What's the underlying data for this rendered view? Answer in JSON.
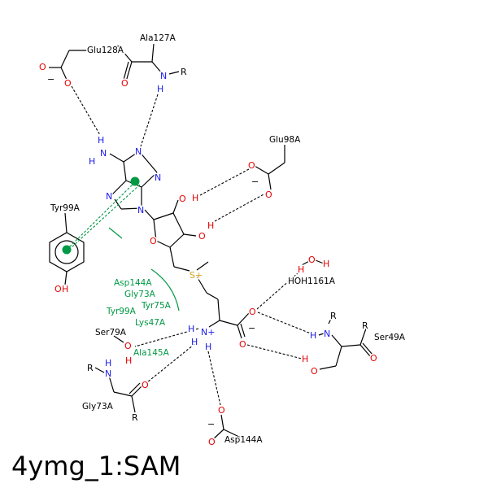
{
  "title": "4ymg_1:SAM",
  "colors": {
    "nitrogen": "#1a1ae6",
    "oxygen": "#e60000",
    "sulfur": "#d4a017",
    "hydrophobic": "#009944",
    "carbon": "#000000"
  },
  "residues": {
    "ala127": "Ala127A",
    "glu128": "Glu128A",
    "glu98": "Glu98A",
    "tyr99": "Tyr99A",
    "hoh1161": "HOH1161A",
    "ser49": "Ser49A",
    "ser79": "Ser79A",
    "gly73": "Gly73A",
    "asp144": "Asp144A"
  },
  "hydrophobic_labels": [
    "Asp144A",
    "Gly73A",
    "Tyr75A",
    "Tyr99A",
    "Lys47A",
    "Ala145A"
  ],
  "atoms": {
    "N": "N",
    "O": "O",
    "H": "H",
    "R": "R",
    "S_plus": "S+",
    "N_plus": "N+",
    "minus": "−"
  }
}
